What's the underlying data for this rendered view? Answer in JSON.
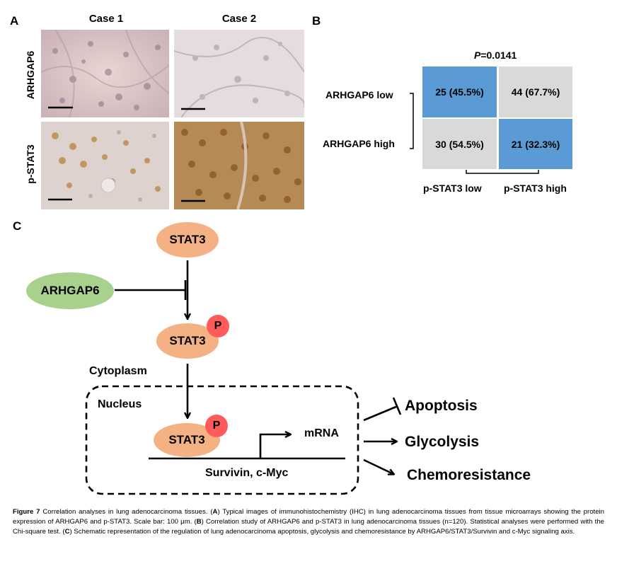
{
  "panel_a": {
    "letter": "A",
    "columns": [
      "Case 1",
      "Case 2"
    ],
    "rows": [
      "ARHGAP6",
      "p-STAT3"
    ]
  },
  "panel_b": {
    "letter": "B",
    "p_value_label": "P",
    "p_value_rest": "=0.0141",
    "row_labels": [
      "ARHGAP6 low",
      "ARHGAP6 high"
    ],
    "col_labels": [
      "p-STAT3 low",
      "p-STAT3 high"
    ],
    "cells": [
      [
        "25 (45.5%)",
        "44 (67.7%)"
      ],
      [
        "30 (54.5%)",
        "21 (32.3%)"
      ]
    ],
    "colors": {
      "highlight": "#5b9bd5",
      "neutral": "#d9d9d9"
    }
  },
  "panel_c": {
    "letter": "C",
    "stat3_top": "STAT3",
    "arhgap6": "ARHGAP6",
    "stat3_p_cyto": "STAT3",
    "phospho": "P",
    "cytoplasm": "Cytoplasm",
    "nucleus": "Nucleus",
    "stat3_p_nuc": "STAT3",
    "mrna": "mRNA",
    "genes": "Survivin, c-Myc",
    "outcomes": [
      "Apoptosis",
      "Glycolysis",
      "Chemoresistance"
    ],
    "colors": {
      "stat3": "#f4b183",
      "arhgap6": "#a9d18e",
      "phospho": "#ff5b5b"
    }
  },
  "caption": {
    "figure_label": "Figure 7",
    "title": "Correlation analyses in lung adenocarcinoma tissues. (",
    "a_letter": "A",
    "a_text": ") Typical images of immunohistochemistry (IHC) in lung adenocarcinoma tissues from tissue microarrays showing the protein expression of ARHGAP6 and p-STAT3. Scale bar: 100 μm. (",
    "b_letter": "B",
    "b_text": ") Correlation study of ARHGAP6 and p-STAT3 in lung adenocarcinoma tissues (n=120). Statistical analyses were performed with the Chi-square test. (",
    "c_letter": "C",
    "c_text": ") Schematic representation of the regulation of lung adenocarcinoma apoptosis, glycolysis and chemoresistance by ARHGAP6/STAT3/Survivin and c-Myc signaling axis."
  }
}
